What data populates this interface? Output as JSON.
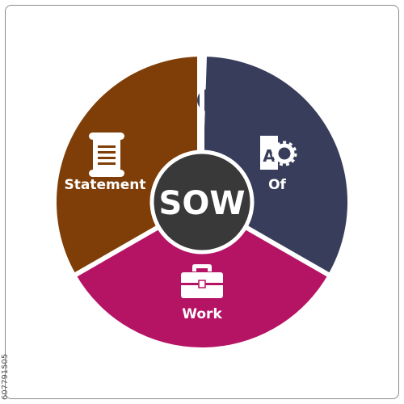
{
  "center_label": "SOW",
  "segments": [
    {
      "label": "Statement",
      "color": "#7f3e07",
      "icon": "scroll-document-icon"
    },
    {
      "label": "Of",
      "color": "#373d5a",
      "icon": "document-gear-icon"
    },
    {
      "label": "Work",
      "color": "#b51465",
      "icon": "briefcase-icon"
    }
  ],
  "center_color": "#393939",
  "stock_id": "607791505"
}
